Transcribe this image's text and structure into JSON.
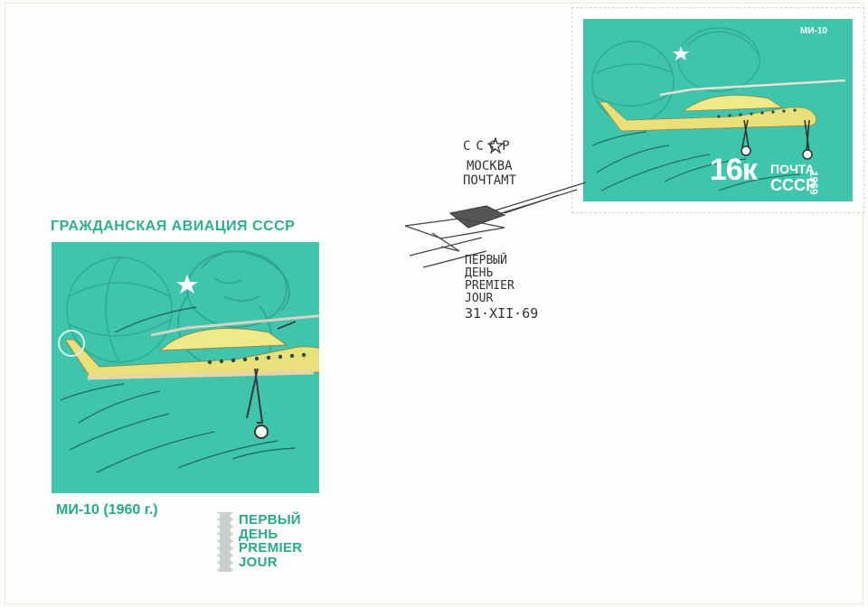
{
  "cachet": {
    "title": "ГРАЖДАНСКАЯ АВИАЦИЯ СССР",
    "caption": "МИ-10 (1960 г.)",
    "first_day_lines": [
      "ПЕРВЫЙ",
      "ДЕНЬ",
      "PREMIER",
      "JOUR"
    ]
  },
  "stamp": {
    "model": "МИ-10",
    "denomination": "16к",
    "country_line1": "ПОЧТА",
    "country_line2": "СССР",
    "year": "1969"
  },
  "postmark": {
    "line1": "СССР",
    "line2": "МОСКВА",
    "line3": "ПОЧТАМТ",
    "first_day_lines": [
      "ПЕРВЫЙ",
      "ДЕНЬ",
      "PREMIER",
      "JOUR"
    ],
    "date": "31·XII·69"
  },
  "colors": {
    "teal": "#3ec5ac",
    "caption_green": "#2aa88a",
    "helicopter_yellow": "#e9e07a"
  }
}
